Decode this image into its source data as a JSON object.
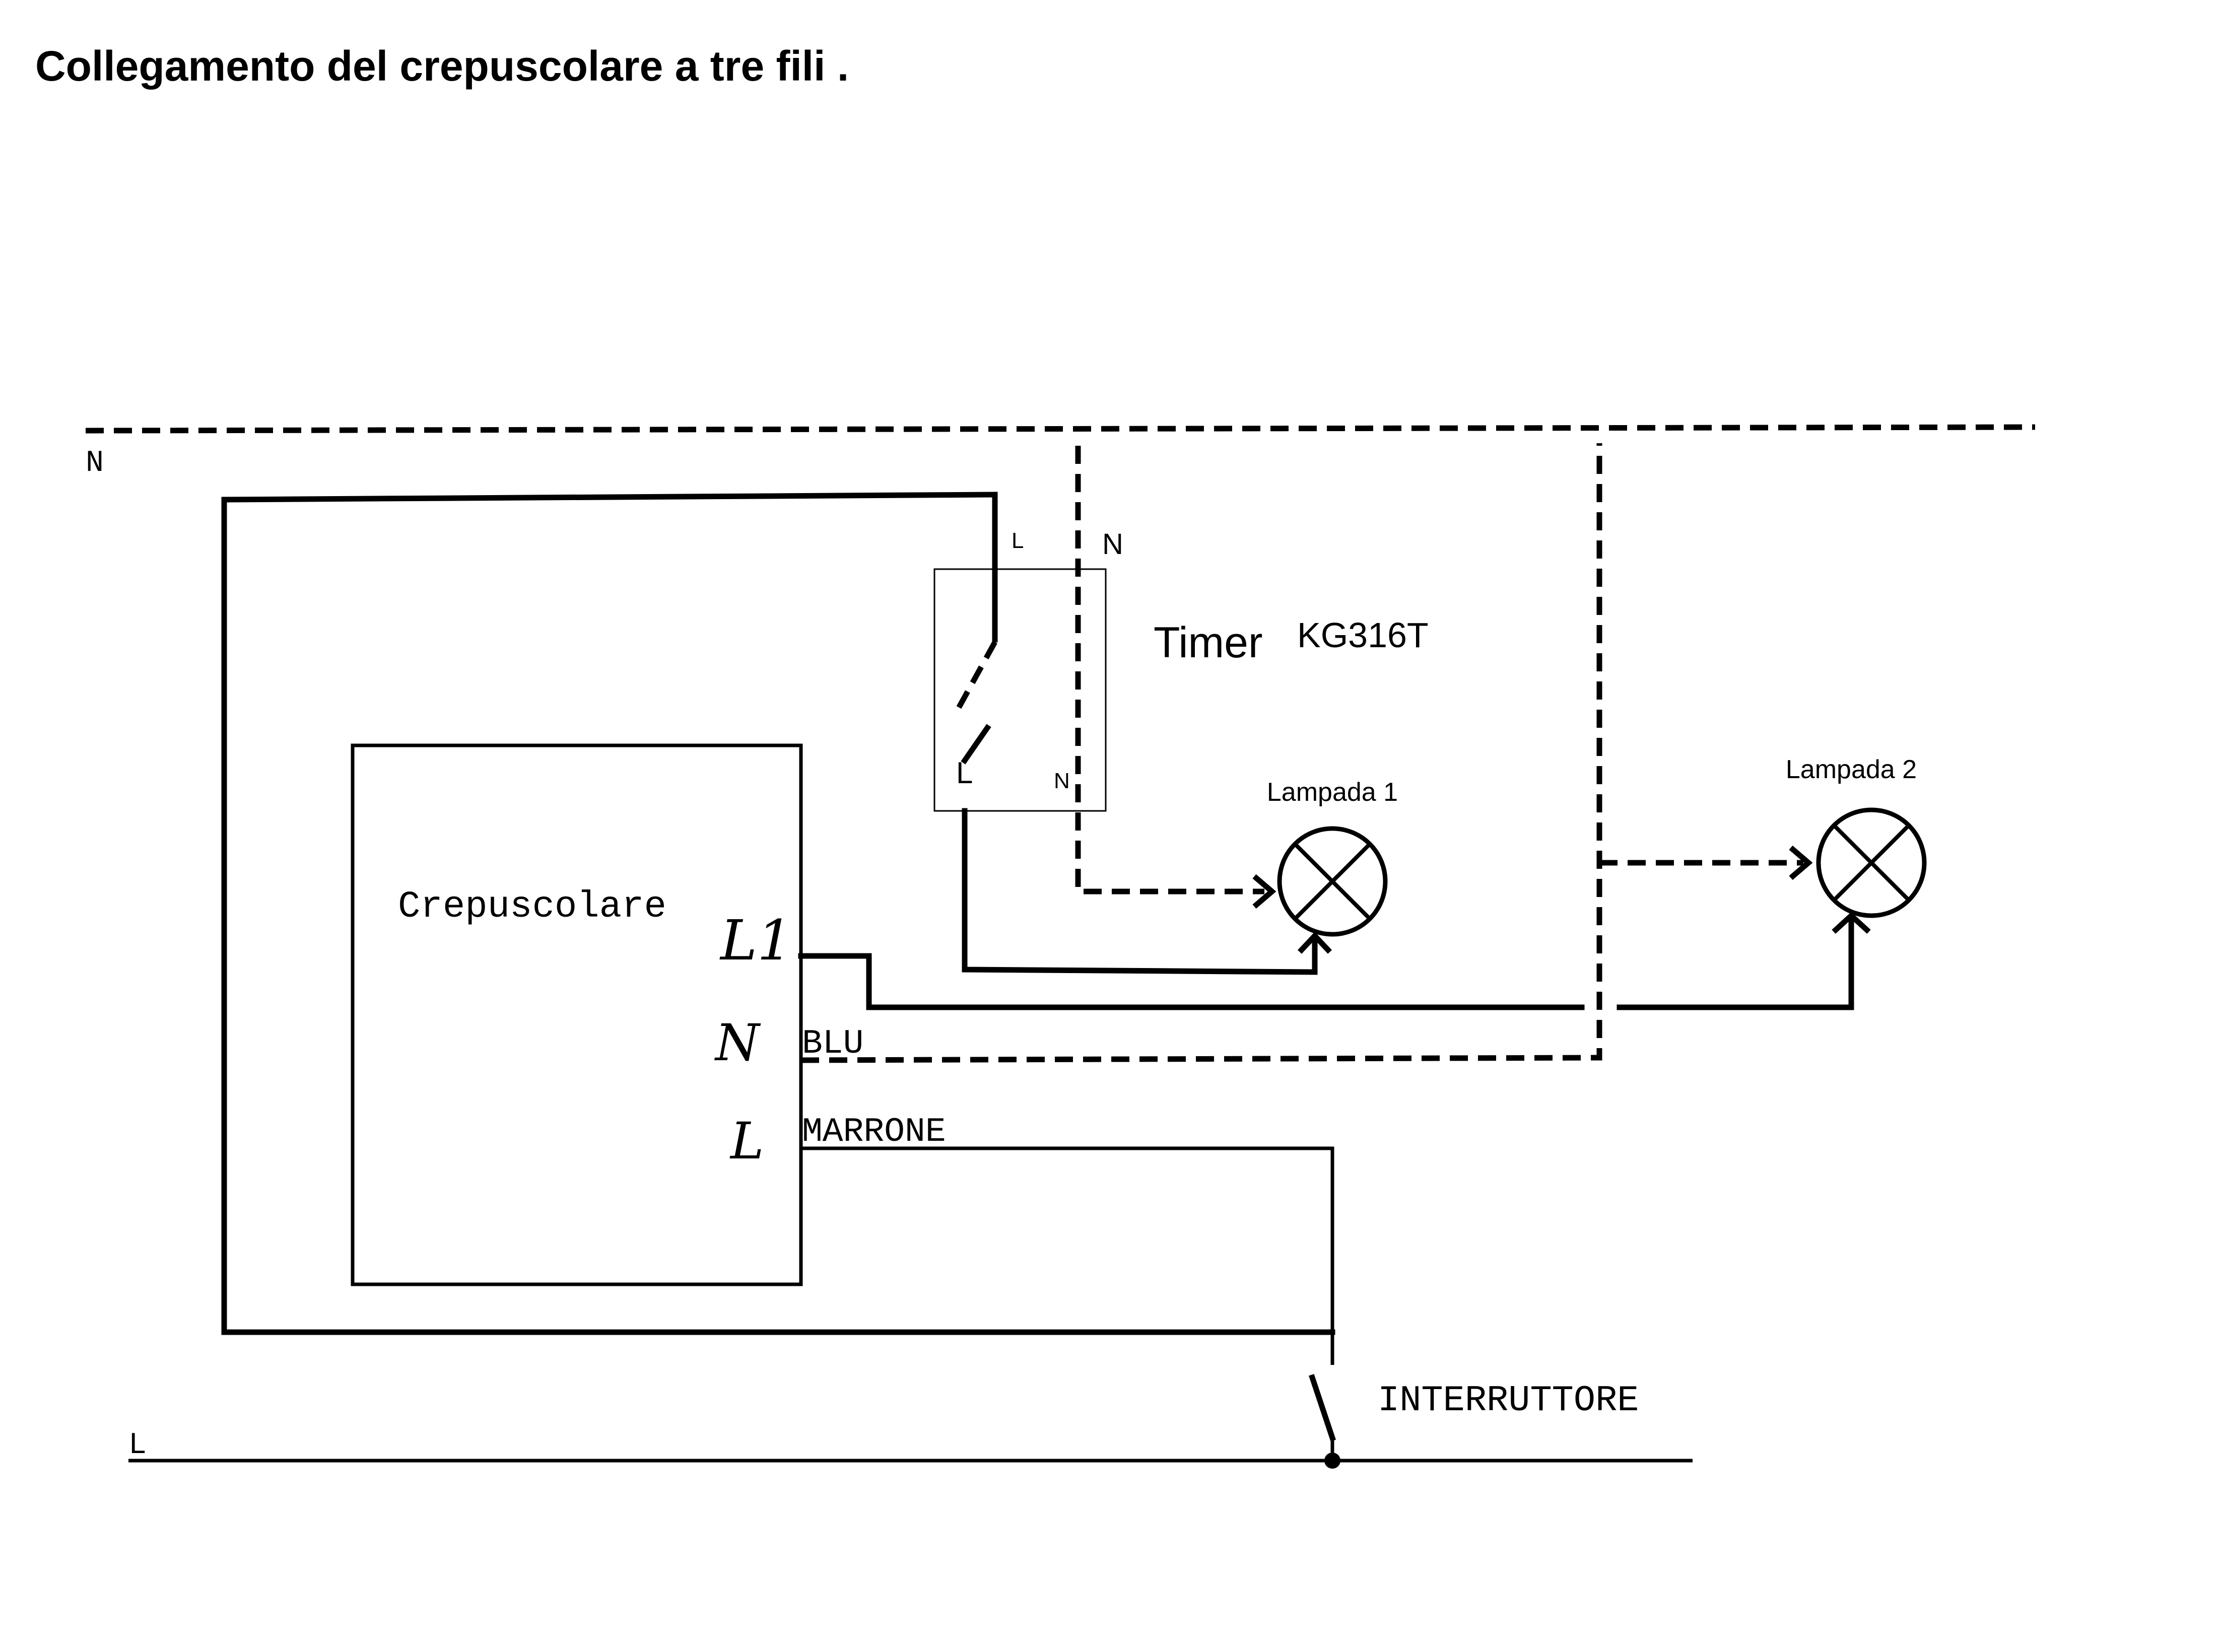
{
  "title": "Collegamento del crepuscolare a tre fili .",
  "bus": {
    "neutral_label": "N",
    "line_label": "L"
  },
  "crepuscolare": {
    "name": "Crepuscolare",
    "terminal_l1": "L1",
    "terminal_n": "N",
    "terminal_l": "L",
    "wire_blue": "BLU",
    "wire_brown": "MARRONE"
  },
  "timer": {
    "label": "Timer",
    "model": "KG316T",
    "top_l": "L",
    "top_n": "N",
    "bottom_l": "L",
    "bottom_n": "N"
  },
  "lamps": [
    {
      "label": "Lampada 1"
    },
    {
      "label": "Lampada 2"
    }
  ],
  "switch_label": "INTERRUTTORE"
}
